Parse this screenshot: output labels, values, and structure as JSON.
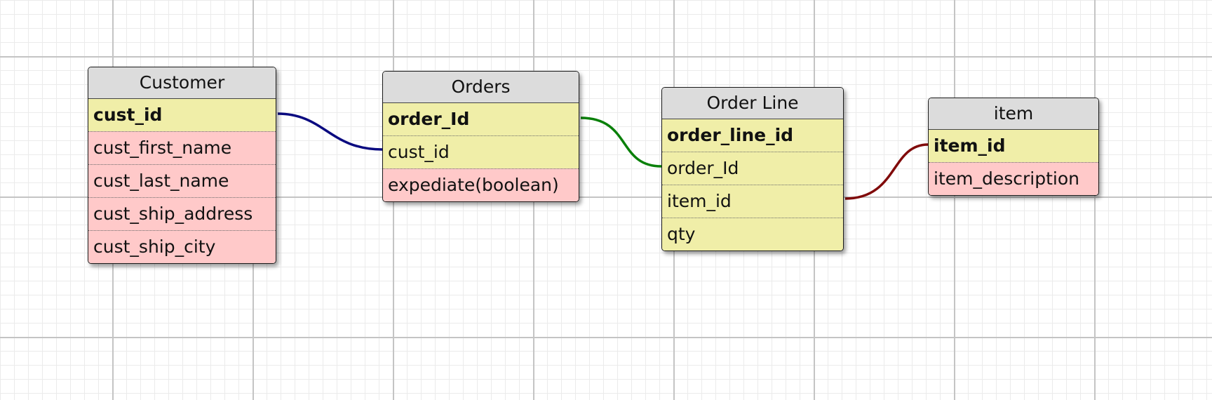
{
  "diagram": {
    "tables": [
      {
        "name": "Customer",
        "rows": [
          {
            "text": "cust_id",
            "kind": "key"
          },
          {
            "text": "cust_first_name",
            "kind": "attr"
          },
          {
            "text": "cust_last_name",
            "kind": "attr"
          },
          {
            "text": "cust_ship_address",
            "kind": "attr"
          },
          {
            "text": "cust_ship_city",
            "kind": "attr"
          }
        ]
      },
      {
        "name": "Orders",
        "rows": [
          {
            "text": "order_Id",
            "kind": "key"
          },
          {
            "text": "cust_id",
            "kind": "fk"
          },
          {
            "text": "expediate(boolean)",
            "kind": "attr"
          }
        ]
      },
      {
        "name": "Order Line",
        "rows": [
          {
            "text": "order_line_id",
            "kind": "key"
          },
          {
            "text": "order_Id",
            "kind": "fk"
          },
          {
            "text": "item_id",
            "kind": "fk"
          },
          {
            "text": "qty",
            "kind": "fk"
          }
        ]
      },
      {
        "name": "item",
        "rows": [
          {
            "text": "item_id",
            "kind": "key"
          },
          {
            "text": "item_description",
            "kind": "attr"
          }
        ]
      }
    ],
    "relationships": [
      {
        "from": "Customer.cust_id",
        "to": "Orders.cust_id",
        "color": "#0a0a80"
      },
      {
        "from": "Orders.order_Id",
        "to": "Order Line.order_Id",
        "color": "#0a800a"
      },
      {
        "from": "Order Line.item_id",
        "to": "item.item_id",
        "color": "#800a0a"
      }
    ],
    "colors": {
      "header": "#dcdcdc",
      "key_row": "#f0eea8",
      "attribute_row": "#ffc9c9"
    }
  }
}
